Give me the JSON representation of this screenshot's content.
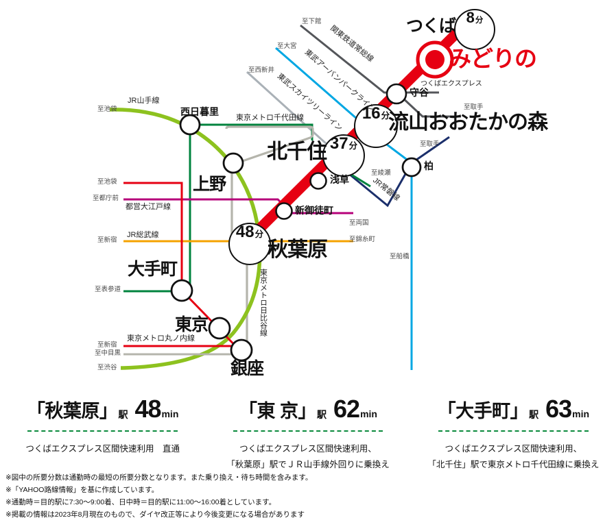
{
  "map": {
    "route_line_label": "つくばエクスプレス",
    "stations": [
      {
        "id": "tsukuba",
        "name": "つくば",
        "minutes": "8",
        "unit": "分",
        "type": "bubble"
      },
      {
        "id": "midorino",
        "name": "みどりの",
        "type": "highlight"
      },
      {
        "id": "moriya",
        "name": "守谷",
        "type": "circle"
      },
      {
        "id": "nagareyama",
        "name": "流山おおたかの森",
        "minutes": "16",
        "unit": "分",
        "type": "bubble"
      },
      {
        "id": "kitasenju",
        "name": "北千住",
        "minutes": "37",
        "unit": "分",
        "type": "bubble"
      },
      {
        "id": "asakusa",
        "name": "浅草",
        "type": "circle"
      },
      {
        "id": "shinokachimachi",
        "name": "新御徒町",
        "type": "circle"
      },
      {
        "id": "akihabara",
        "name": "秋葉原",
        "minutes": "48",
        "unit": "分",
        "type": "bubble"
      },
      {
        "id": "nishinippori",
        "name": "西日暮里",
        "type": "circle"
      },
      {
        "id": "ueno",
        "name": "上野",
        "type": "circle"
      },
      {
        "id": "otemachi",
        "name": "大手町",
        "type": "circle"
      },
      {
        "id": "tokyo",
        "name": "東京",
        "type": "circle"
      },
      {
        "id": "ginza",
        "name": "銀座",
        "type": "circle"
      },
      {
        "id": "kashiwa",
        "name": "柏",
        "type": "circle"
      }
    ],
    "line_labels": [
      {
        "id": "kanto-joso",
        "text": "関東鉄道常総線"
      },
      {
        "id": "tobu-urban-park",
        "text": "東武アーバンパークライン"
      },
      {
        "id": "tobu-skytree",
        "text": "東武スカイツリーライン"
      },
      {
        "id": "metro-chiyoda",
        "text": "東京メトロ千代田線"
      },
      {
        "id": "jr-yamanote",
        "text": "JR山手線"
      },
      {
        "id": "toei-oedo",
        "text": "都営大江戸線"
      },
      {
        "id": "jr-sobu",
        "text": "JR総武線"
      },
      {
        "id": "metro-marunouchi",
        "text": "東京メトロ丸ノ内線"
      },
      {
        "id": "metro-hibiya",
        "text": "東京メトロ日比谷線"
      },
      {
        "id": "jr-joban",
        "text": "JR常磐線"
      }
    ],
    "destinations": [
      {
        "id": "shimodate",
        "text": "至下館"
      },
      {
        "id": "omiya",
        "text": "至大宮"
      },
      {
        "id": "nishiarai",
        "text": "至西新井"
      },
      {
        "id": "toride-moriya",
        "text": "至取手"
      },
      {
        "id": "toride-kashiwa",
        "text": "至取手"
      },
      {
        "id": "ayase",
        "text": "至綾瀬"
      },
      {
        "id": "funabashi",
        "text": "至船橋"
      },
      {
        "id": "ryogoku",
        "text": "至両国"
      },
      {
        "id": "kinshicho",
        "text": "至錦糸町"
      },
      {
        "id": "ikebukuro-yamanote",
        "text": "至池袋"
      },
      {
        "id": "ikebukuro-maru",
        "text": "至池袋"
      },
      {
        "id": "tochomae",
        "text": "至都庁前"
      },
      {
        "id": "shinjuku-sobu",
        "text": "至新宿"
      },
      {
        "id": "omotesando",
        "text": "至表参道"
      },
      {
        "id": "shinjuku-maru",
        "text": "至新宿"
      },
      {
        "id": "nakameguro",
        "text": "至中目黒"
      },
      {
        "id": "shibuya",
        "text": "至渋谷"
      }
    ],
    "colors": {
      "tsukuba_express": "#e60012",
      "jr_yamanote": "#8dc21f",
      "metro_chiyoda": "#00833e",
      "metro_hibiya": "#b5b5ac",
      "metro_marunouchi": "#e60012",
      "toei_oedo": "#b6007a",
      "jr_sobu": "#f5a200",
      "jr_joban": "#1b2f6b",
      "tobu_urban_park": "#00a7e3",
      "tobu_skytree": "#aab1b7",
      "kanto_joso": "#54565a"
    }
  },
  "summary": {
    "columns": [
      {
        "station": "「秋葉原」",
        "eki": "駅",
        "minutes": "48",
        "unit": "min",
        "notes": [
          "つくばエクスプレス区間快速利用　直通"
        ]
      },
      {
        "station": "「東 京」",
        "eki": "駅",
        "minutes": "62",
        "unit": "min",
        "notes": [
          "つくばエクスプレス区間快速利用、",
          "「秋葉原」駅でＪＲ山手線外回りに乗換え"
        ]
      },
      {
        "station": "「大手町」",
        "eki": "駅",
        "minutes": "63",
        "unit": "min",
        "notes": [
          "つくばエクスプレス区間快速利用、",
          "「北千住」駅で東京メトロ千代田線に乗換え"
        ]
      }
    ]
  },
  "footnotes": [
    "※図中の所要分数は通勤時の最短の所要分数となります。また乗り換え・待ち時間を含みます。",
    "※「YAHOO路線情報」を基に作成しています。",
    "※通勤時＝目的駅に7:30〜9:00着、日中時＝目的駅に11:00〜16:00着としています。",
    "※掲載の情報は2023年8月現在のもので、ダイヤ改正等により今後変更になる場合があります"
  ]
}
